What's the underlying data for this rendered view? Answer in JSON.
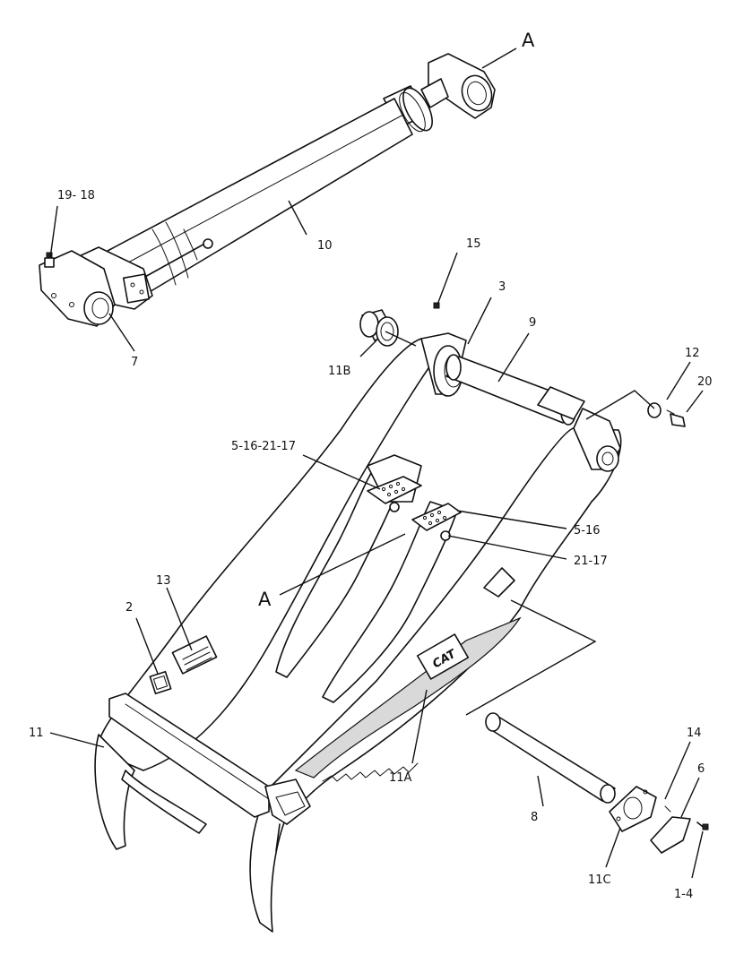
{
  "callouts": [
    {
      "id": "A_top",
      "text": "A"
    },
    {
      "id": "A_mid",
      "text": "A"
    },
    {
      "id": "19_18",
      "text": "19- 18"
    },
    {
      "id": "10",
      "text": "10"
    },
    {
      "id": "15",
      "text": "15"
    },
    {
      "id": "3",
      "text": "3"
    },
    {
      "id": "9",
      "text": "9"
    },
    {
      "id": "7",
      "text": "7"
    },
    {
      "id": "11B",
      "text": "11B"
    },
    {
      "id": "12",
      "text": "12"
    },
    {
      "id": "20",
      "text": "20"
    },
    {
      "id": "5_16_21_17",
      "text": "5-16-21-17"
    },
    {
      "id": "5_16",
      "text": "5-16"
    },
    {
      "id": "21_17",
      "text": "21-17"
    },
    {
      "id": "13",
      "text": "13"
    },
    {
      "id": "2",
      "text": "2"
    },
    {
      "id": "11",
      "text": "11"
    },
    {
      "id": "11A",
      "text": "11A"
    },
    {
      "id": "14",
      "text": "14"
    },
    {
      "id": "6",
      "text": "6"
    },
    {
      "id": "8",
      "text": "8"
    },
    {
      "id": "11C",
      "text": "11C"
    },
    {
      "id": "1_4",
      "text": "1-4"
    }
  ],
  "decal": {
    "brand": "CAT"
  }
}
